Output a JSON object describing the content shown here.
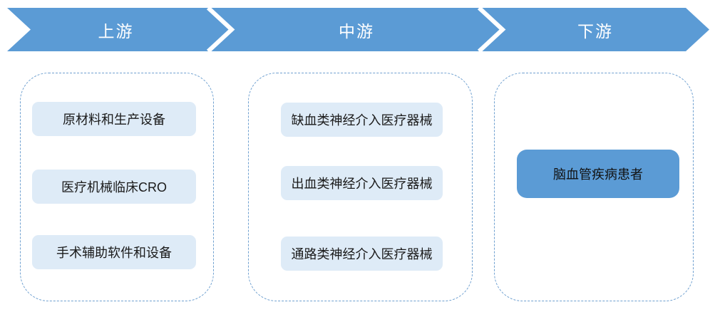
{
  "banner": {
    "stages": [
      {
        "label": "上游"
      },
      {
        "label": "中游"
      },
      {
        "label": "下游"
      }
    ]
  },
  "columns": [
    {
      "stage": "上游",
      "boxes": [
        "原材料和生产设备",
        "医疗机械临床CRO",
        "手术辅助软件和设备"
      ]
    },
    {
      "stage": "中游",
      "boxes": [
        "缺血类神经介入医疗器械",
        "出血类神经介入医疗器械",
        "通路类神经介入医疗器械"
      ]
    },
    {
      "stage": "下游",
      "boxes": [
        "脑血管疾病患者"
      ]
    }
  ],
  "colors": {
    "banner_blue": "#5b9bd5",
    "light_box": "#deebf7",
    "highlight_box": "#5b9bd5",
    "dashed_border": "#6fa0d0",
    "banner_text": "#ffffff",
    "box_text": "#1a1a1a"
  }
}
